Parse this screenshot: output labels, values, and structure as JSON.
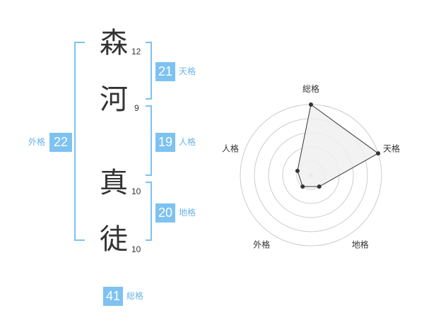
{
  "name": {
    "characters": [
      {
        "char": "森",
        "strokes": "12"
      },
      {
        "char": "河",
        "strokes": "9"
      },
      {
        "char": "真",
        "strokes": "10"
      },
      {
        "char": "徒",
        "strokes": "10"
      }
    ]
  },
  "fortunes": {
    "tenkaku": {
      "value": "21",
      "label": "天格"
    },
    "jinkaku": {
      "value": "19",
      "label": "人格"
    },
    "chikaku": {
      "value": "20",
      "label": "地格"
    },
    "gaikaku": {
      "value": "22",
      "label": "外格"
    },
    "soukaku": {
      "value": "41",
      "label": "総格"
    }
  },
  "colors": {
    "accent": "#7dc2f0",
    "bracket": "#7dc2f0",
    "label": "#6ab4e8",
    "text": "#333333",
    "radar_fill": "#f0f0f0",
    "radar_grid": "#cccccc"
  },
  "chart_data": {
    "type": "radar",
    "axes": [
      "総格",
      "天格",
      "地格",
      "外格",
      "人格"
    ],
    "scale_levels": 5,
    "max": 5,
    "series": [
      {
        "values": [
          5,
          5,
          1,
          1,
          1
        ]
      }
    ]
  }
}
